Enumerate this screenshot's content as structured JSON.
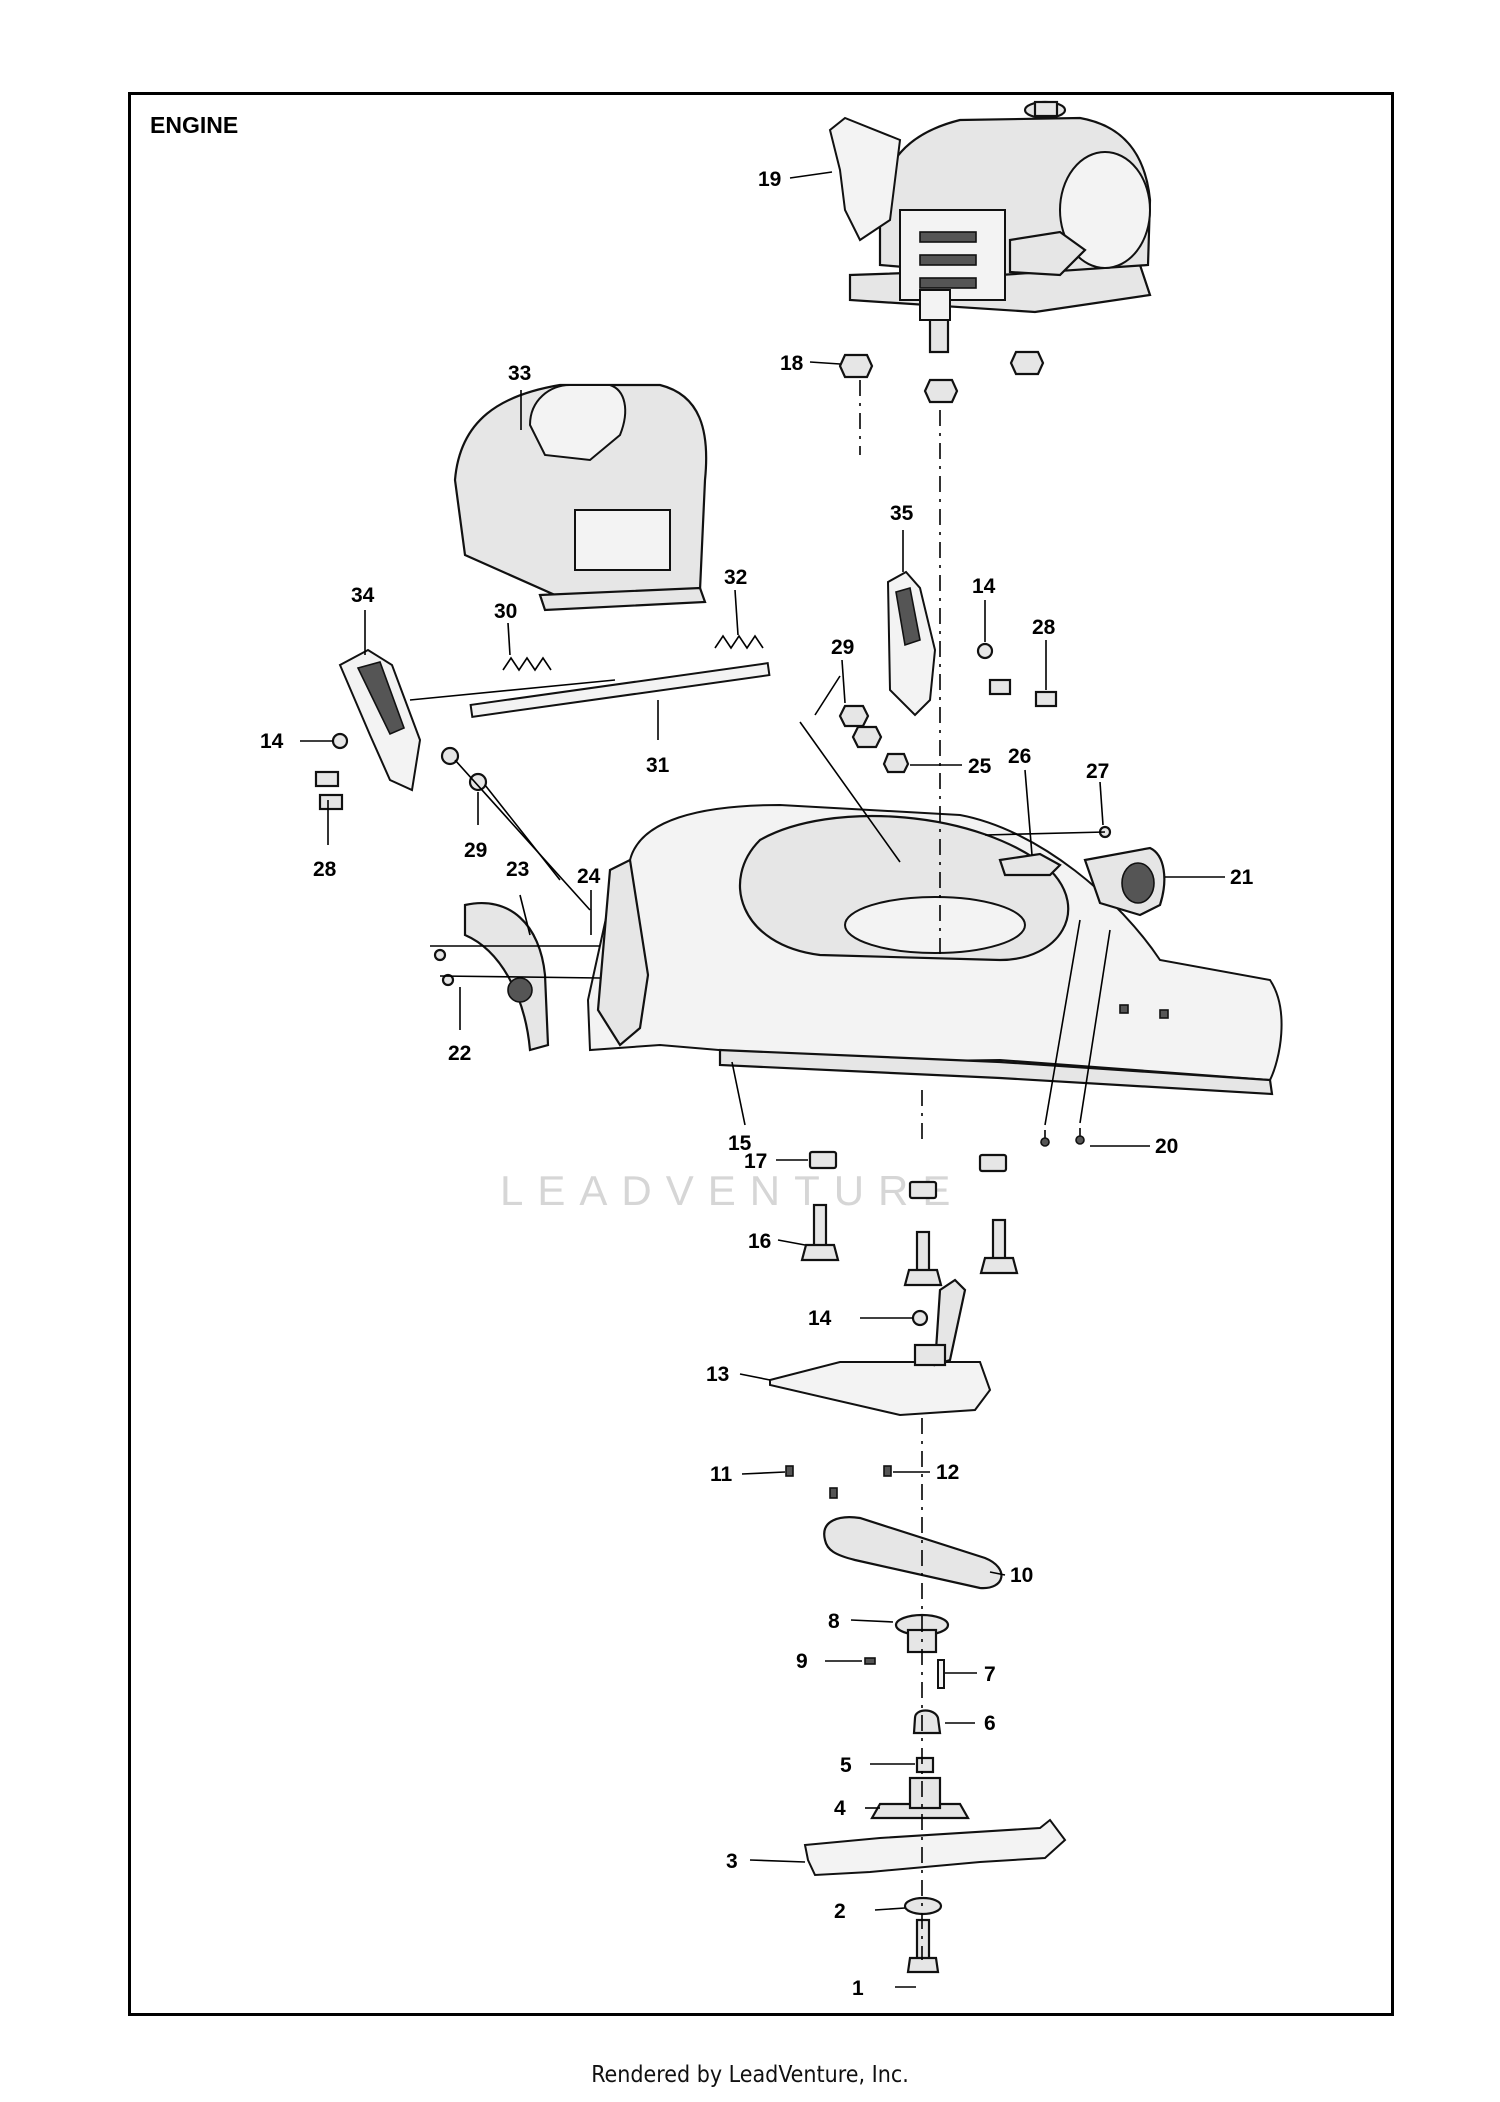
{
  "section_title": "ENGINE",
  "footer_text": "Rendered by LeadVenture, Inc.",
  "watermark_text": "LEADVENTURE",
  "callouts": [
    {
      "id": "c1",
      "label": "1"
    },
    {
      "id": "c2",
      "label": "2"
    },
    {
      "id": "c3",
      "label": "3"
    },
    {
      "id": "c4",
      "label": "4"
    },
    {
      "id": "c5",
      "label": "5"
    },
    {
      "id": "c6",
      "label": "6"
    },
    {
      "id": "c7",
      "label": "7"
    },
    {
      "id": "c8",
      "label": "8"
    },
    {
      "id": "c9",
      "label": "9"
    },
    {
      "id": "c10",
      "label": "10"
    },
    {
      "id": "c11",
      "label": "11"
    },
    {
      "id": "c12",
      "label": "12"
    },
    {
      "id": "c13",
      "label": "13"
    },
    {
      "id": "c14a",
      "label": "14"
    },
    {
      "id": "c14b",
      "label": "14"
    },
    {
      "id": "c14c",
      "label": "14"
    },
    {
      "id": "c15",
      "label": "15"
    },
    {
      "id": "c16",
      "label": "16"
    },
    {
      "id": "c17",
      "label": "17"
    },
    {
      "id": "c18",
      "label": "18"
    },
    {
      "id": "c19",
      "label": "19"
    },
    {
      "id": "c20",
      "label": "20"
    },
    {
      "id": "c21",
      "label": "21"
    },
    {
      "id": "c22",
      "label": "22"
    },
    {
      "id": "c23",
      "label": "23"
    },
    {
      "id": "c24",
      "label": "24"
    },
    {
      "id": "c25",
      "label": "25"
    },
    {
      "id": "c26",
      "label": "26"
    },
    {
      "id": "c27",
      "label": "27"
    },
    {
      "id": "c28a",
      "label": "28"
    },
    {
      "id": "c28b",
      "label": "28"
    },
    {
      "id": "c29a",
      "label": "29"
    },
    {
      "id": "c29b",
      "label": "29"
    },
    {
      "id": "c30",
      "label": "30"
    },
    {
      "id": "c31",
      "label": "31"
    },
    {
      "id": "c32",
      "label": "32"
    },
    {
      "id": "c33",
      "label": "33"
    },
    {
      "id": "c34",
      "label": "34"
    },
    {
      "id": "c35",
      "label": "35"
    }
  ]
}
